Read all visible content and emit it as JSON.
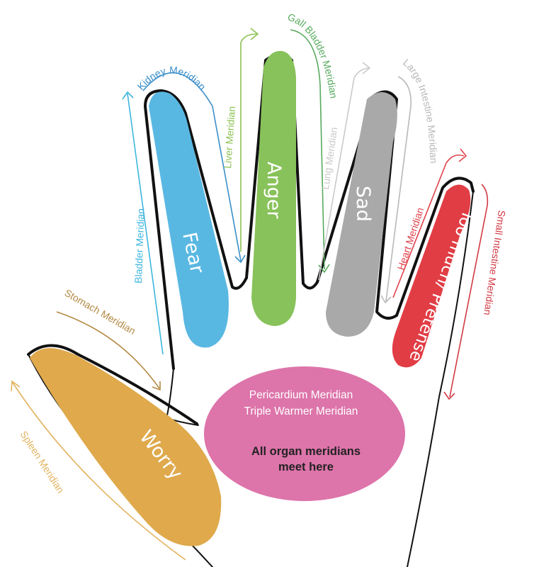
{
  "colors": {
    "kidney": "#3a8fc9",
    "bladder": "#3fb6de",
    "fear": "#59b8e2",
    "liver": "#8cc152",
    "gall_bladder": "#57aa5e",
    "anger": "#88c25a",
    "lung": "#c9c9c9",
    "large_intestine": "#b8b8b8",
    "sad": "#a9a9a9",
    "heart": "#e0424b",
    "small_intestine": "#d23a44",
    "pretense": "#e13d45",
    "stomach": "#b48a44",
    "spleen": "#e2b35f",
    "worry": "#dfa94c",
    "center": "#dd74aa",
    "outline": "#111111"
  },
  "fingers": {
    "index": "Fear",
    "middle": "Anger",
    "ring": "Sad",
    "pinky": "Too much/ Pretense",
    "thumb": "Worry"
  },
  "meridians": {
    "kidney": "Kidney Meridian",
    "bladder": "Bladder Meridian",
    "liver": "Liver Meridian",
    "gall_bladder": "Gall Bladder Meridian",
    "lung": "Lung Meridian",
    "large_intestine": "Large Intestine Meridian",
    "heart": "Heart Meridian",
    "small_intestine": "Small Intestine Meridian",
    "stomach": "Stomach Meridian",
    "spleen": "Spleen Meridian"
  },
  "center": {
    "line1": "Pericardium Meridian",
    "line2": "Triple Warmer Meridian",
    "line3": "All organ meridians",
    "line4": "meet here"
  }
}
